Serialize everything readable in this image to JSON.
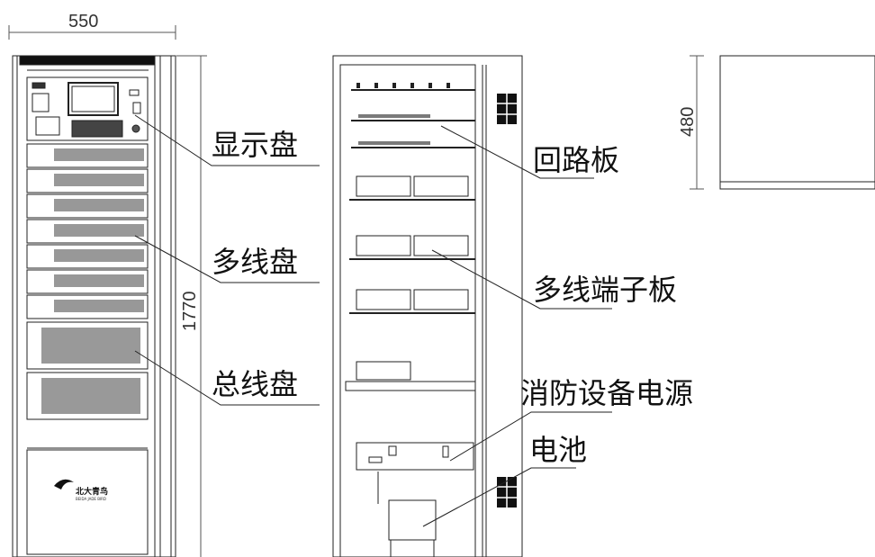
{
  "dimensions": {
    "width": "550",
    "height": "1770",
    "depth": "480"
  },
  "labels": {
    "display_panel": "显示盘",
    "multiline_panel": "多线盘",
    "bus_panel": "总线盘",
    "loop_board": "回路板",
    "multiline_terminal_board": "多线端子板",
    "fire_power_supply": "消防设备电源",
    "battery": "电池"
  },
  "logo": {
    "brand": "北大青鸟",
    "sub": "BEIDA JADE BIRD"
  }
}
